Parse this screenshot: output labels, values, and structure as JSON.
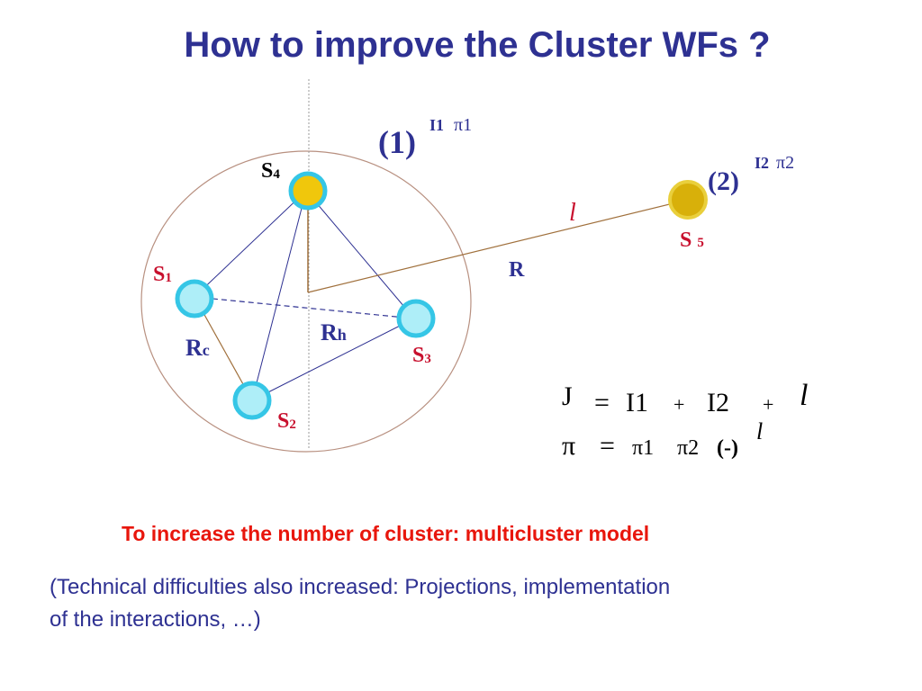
{
  "slide": {
    "title": "How to improve the Cluster WFs ?",
    "highlight": "To increase the number of cluster: multicluster model",
    "note_line1": "(Technical difficulties also increased: Projections, implementation",
    "note_line2": "of the interactions, …)"
  },
  "diagram": {
    "cluster1": {
      "label": "(1)",
      "sup_i": "I1",
      "sup_pi": "π1"
    },
    "cluster2": {
      "label": "(2)",
      "sup_i": "I2",
      "sup_pi": "π2"
    },
    "nodes": {
      "s1": {
        "main": "S",
        "sub": "1"
      },
      "s2": {
        "main": "S",
        "sub": "2"
      },
      "s3": {
        "main": "S",
        "sub": "3"
      },
      "s4": {
        "main": "S",
        "sub": "4"
      },
      "s5": {
        "main": "S",
        "sub": "5"
      }
    },
    "distances": {
      "rc_main": "R",
      "rc_sub": "c",
      "rh_main": "R",
      "rh_sub": "h",
      "r": "R",
      "l": "l"
    },
    "colors": {
      "node_fill": "#aeeef8",
      "node_stroke": "#35c6e6",
      "s4_fill": "#f0c70c",
      "s5_fill": "#d8b00a",
      "title_blue": "#2e3192",
      "label_red": "#c8102e",
      "line_brown": "#a0703c"
    }
  },
  "equations": {
    "eq1": {
      "lhs": "J",
      "eq": "=",
      "t1": "I1",
      "plus1": "+",
      "t2": "I2",
      "plus2": "+",
      "t3": "l"
    },
    "eq2": {
      "lhs": "π",
      "eq": "=",
      "t1": "π1",
      "t2": "π2",
      "t3": "(-)",
      "exp": "l"
    }
  }
}
